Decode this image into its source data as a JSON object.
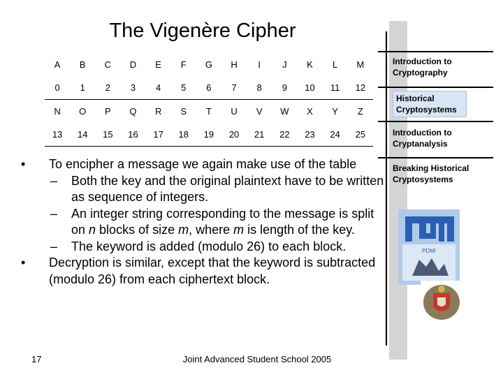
{
  "slide": {
    "title": "The Vigenère Cipher",
    "table": [
      [
        "A",
        "B",
        "C",
        "D",
        "E",
        "F",
        "G",
        "H",
        "I",
        "J",
        "K",
        "L",
        "M"
      ],
      [
        "0",
        "1",
        "2",
        "3",
        "4",
        "5",
        "6",
        "7",
        "8",
        "9",
        "10",
        "11",
        "12"
      ],
      [
        "N",
        "O",
        "P",
        "Q",
        "R",
        "S",
        "T",
        "U",
        "V",
        "W",
        "X",
        "Y",
        "Z"
      ],
      [
        "13",
        "14",
        "15",
        "16",
        "17",
        "18",
        "19",
        "20",
        "21",
        "22",
        "23",
        "24",
        "25"
      ]
    ],
    "bullets": {
      "b1": "To encipher a message we again make use of the table",
      "b1_1": "Both the key and the original plaintext have to be written as sequence of integers.",
      "b1_2a": "An integer string corresponding to the message is split on ",
      "b1_2n": "n",
      "b1_2b": " blocks of size ",
      "b1_2m": "m",
      "b1_2c": ", where ",
      "b1_2m2": "m",
      "b1_2d": " is length of the key.",
      "b1_3": "The keyword is added (modulo 26) to each block.",
      "b2": "Decryption is similar, except that the keyword is subtracted (modulo 26) from each ciphertext block."
    },
    "bullet_marks": {
      "dot": "•",
      "dash": "–"
    },
    "footer": "Joint Advanced Student School 2005",
    "slide_number": "17"
  },
  "sidebar": {
    "items": [
      {
        "label": "Introduction to Cryptography"
      },
      {
        "label": "Historical Cryptosystems",
        "active": true
      },
      {
        "label": "Introduction to Cryptanalysis"
      },
      {
        "label": "Breaking Historical Cryptosystems"
      }
    ],
    "logo_text": "PDMI"
  },
  "colors": {
    "active_nav": "#d8e6f5",
    "logo_blue": "#2a5fb4",
    "sidebar_strip": "#d4d4d4"
  }
}
